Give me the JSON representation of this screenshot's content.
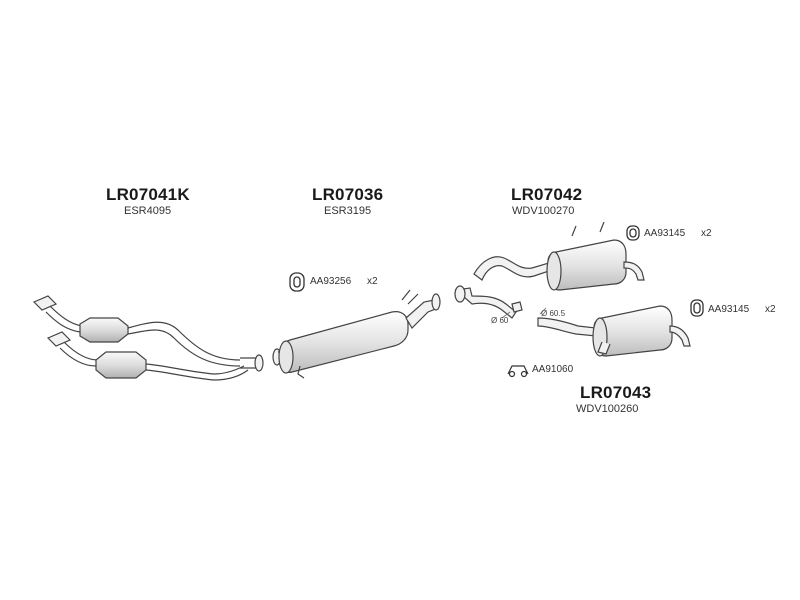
{
  "groups": {
    "front_pipe": {
      "part_no": "LR07041K",
      "ref_no": "ESR4095"
    },
    "middle_silencer": {
      "part_no": "LR07036",
      "ref_no": "ESR3195",
      "clamp_code": "AA93256",
      "clamp_qty": "x2"
    },
    "rear_silencer_upper": {
      "part_no": "LR07042",
      "ref_no": "WDV100270",
      "mount_code": "AA93145",
      "mount_qty": "x2"
    },
    "rear_silencer_lower": {
      "part_no": "LR07043",
      "ref_no": "WDV100260",
      "mount_code": "AA93145",
      "mount_qty": "x2"
    }
  },
  "fittings": {
    "bracket_code": "AA91060",
    "diameter_left": "Ø 60",
    "diameter_right": "Ø 60.5"
  },
  "colors": {
    "line": "#444444",
    "fill": "#f2f2f2",
    "shade": "#d6d6d6"
  }
}
